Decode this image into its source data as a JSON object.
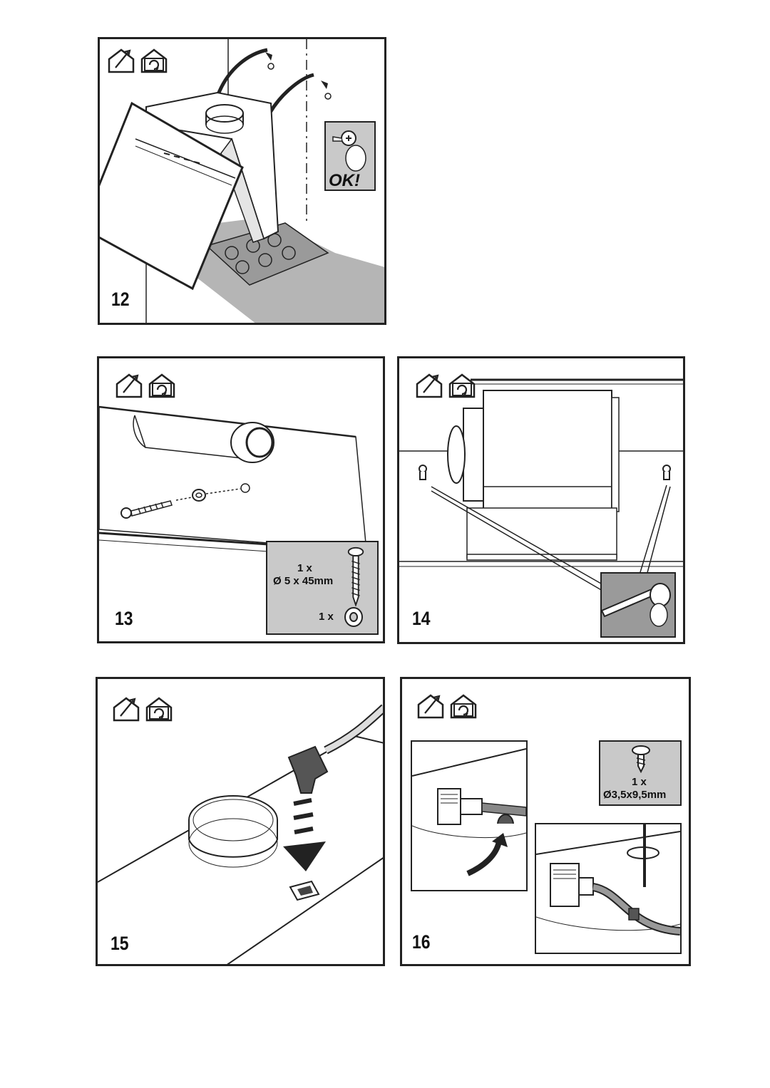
{
  "panels": [
    {
      "step": "12",
      "icons": [
        "ducted-mode-icon",
        "recirculation-mode-icon"
      ],
      "inset_ok": "OK!"
    },
    {
      "step": "13",
      "icons": [
        "ducted-mode-icon",
        "recirculation-mode-icon"
      ],
      "inset_lines": [
        "1 x",
        "Ø 5 x 45mm"
      ],
      "inset_washer": "1 x"
    },
    {
      "step": "14",
      "icons": [
        "ducted-mode-icon",
        "recirculation-mode-icon"
      ]
    },
    {
      "step": "15",
      "icons": [
        "ducted-mode-icon",
        "recirculation-mode-icon"
      ]
    },
    {
      "step": "16",
      "icons": [
        "ducted-mode-icon",
        "recirculation-mode-icon"
      ],
      "inset_lines": [
        "1 x",
        "Ø3,5x9,5mm"
      ]
    }
  ],
  "colors": {
    "line": "#222222",
    "inset_gray": "#c9c9c9",
    "surface_gray": "#b5b5b5",
    "dark": "#444444"
  }
}
